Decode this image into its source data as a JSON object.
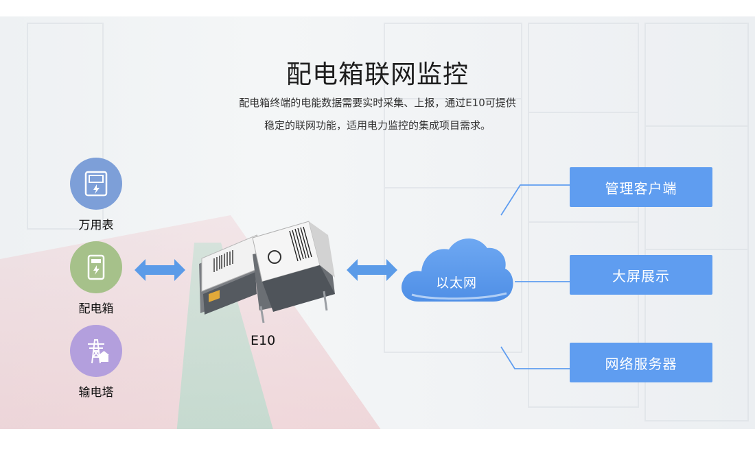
{
  "title": "配电箱联网监控",
  "description": {
    "line1": "配电箱终端的电能数据需要实时采集、上报，通过E10可提供",
    "line2": "稳定的联网功能，适用电力监控的集成项目需求。"
  },
  "devices": [
    {
      "label": "万用表",
      "icon": "meter-icon",
      "color": "#7d9fd8"
    },
    {
      "label": "配电箱",
      "icon": "distribution-box-icon",
      "color": "#a6c18a"
    },
    {
      "label": "输电塔",
      "icon": "transmission-tower-icon",
      "color": "#b39fdd"
    }
  ],
  "module": {
    "label": "E10",
    "icon": "e10-module-icon"
  },
  "cloud": {
    "label": "以太网",
    "icon": "cloud-icon",
    "color": "#5f9df0"
  },
  "outputs": [
    {
      "label": "管理客户端"
    },
    {
      "label": "大屏展示"
    },
    {
      "label": "网络服务器"
    }
  ],
  "colors": {
    "accent": "#5f9df0",
    "arrow": "#5b9be8"
  }
}
